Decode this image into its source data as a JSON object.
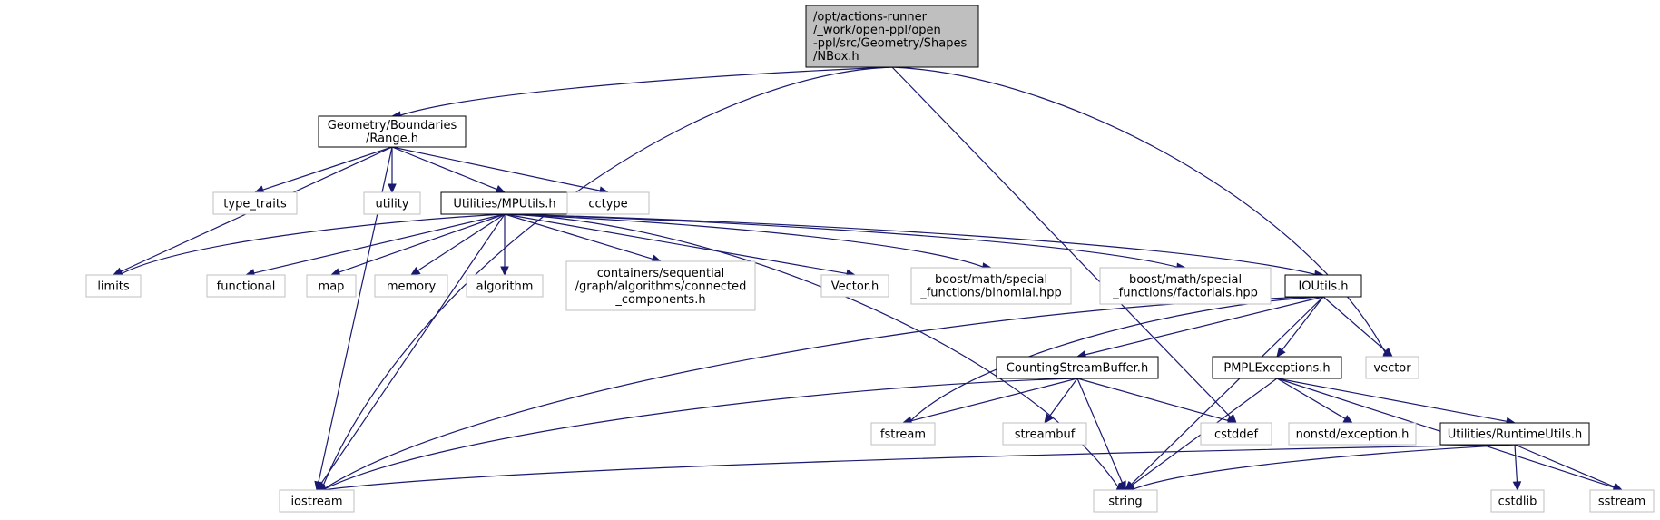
{
  "graph": {
    "title": "",
    "colors": {
      "edge": "#191970",
      "main_fill": "#bfbfbf",
      "doc_border": "#000000",
      "ext_border": "#bfbfbf"
    },
    "nodes": [
      {
        "id": "nbox",
        "kind": "main",
        "lines": [
          "/opt/actions-runner",
          "/_work/open-ppl/open",
          "-ppl/src/Geometry/Shapes",
          "/NBox.h"
        ]
      },
      {
        "id": "range",
        "kind": "doc",
        "lines": [
          "Geometry/Boundaries",
          "/Range.h"
        ]
      },
      {
        "id": "type_traits",
        "kind": "ext",
        "lines": [
          "type_traits"
        ]
      },
      {
        "id": "utility",
        "kind": "ext",
        "lines": [
          "utility"
        ]
      },
      {
        "id": "mputils",
        "kind": "doc",
        "lines": [
          "Utilities/MPUtils.h"
        ]
      },
      {
        "id": "cctype",
        "kind": "ext",
        "lines": [
          "cctype"
        ]
      },
      {
        "id": "limits",
        "kind": "ext",
        "lines": [
          "limits"
        ]
      },
      {
        "id": "functional",
        "kind": "ext",
        "lines": [
          "functional"
        ]
      },
      {
        "id": "map",
        "kind": "ext",
        "lines": [
          "map"
        ]
      },
      {
        "id": "memory",
        "kind": "ext",
        "lines": [
          "memory"
        ]
      },
      {
        "id": "algorithm",
        "kind": "ext",
        "lines": [
          "algorithm"
        ]
      },
      {
        "id": "connected",
        "kind": "ext",
        "lines": [
          "containers/sequential",
          "/graph/algorithms/connected",
          "_components.h"
        ]
      },
      {
        "id": "vectorh",
        "kind": "ext",
        "lines": [
          "Vector.h"
        ]
      },
      {
        "id": "binomial",
        "kind": "ext",
        "lines": [
          "boost/math/special",
          "_functions/binomial.hpp"
        ]
      },
      {
        "id": "factorials",
        "kind": "ext",
        "lines": [
          "boost/math/special",
          "_functions/factorials.hpp"
        ]
      },
      {
        "id": "ioutils",
        "kind": "doc",
        "lines": [
          "IOUtils.h"
        ]
      },
      {
        "id": "vector",
        "kind": "ext",
        "lines": [
          "vector"
        ]
      },
      {
        "id": "csb",
        "kind": "doc",
        "lines": [
          "CountingStreamBuffer.h"
        ]
      },
      {
        "id": "pmplex",
        "kind": "doc",
        "lines": [
          "PMPLExceptions.h"
        ]
      },
      {
        "id": "fstream",
        "kind": "ext",
        "lines": [
          "fstream"
        ]
      },
      {
        "id": "streambuf",
        "kind": "ext",
        "lines": [
          "streambuf"
        ]
      },
      {
        "id": "cstddef",
        "kind": "ext",
        "lines": [
          "cstddef"
        ]
      },
      {
        "id": "nonstd",
        "kind": "ext",
        "lines": [
          "nonstd/exception.h"
        ]
      },
      {
        "id": "runtime",
        "kind": "doc",
        "lines": [
          "Utilities/RuntimeUtils.h"
        ]
      },
      {
        "id": "iostream",
        "kind": "ext",
        "lines": [
          "iostream"
        ]
      },
      {
        "id": "string",
        "kind": "ext",
        "lines": [
          "string"
        ]
      },
      {
        "id": "cstdlib",
        "kind": "ext",
        "lines": [
          "cstdlib"
        ]
      },
      {
        "id": "sstream",
        "kind": "ext",
        "lines": [
          "sstream"
        ]
      }
    ],
    "edges": [
      [
        "nbox",
        "range"
      ],
      [
        "nbox",
        "iostream"
      ],
      [
        "nbox",
        "vector"
      ],
      [
        "nbox",
        "cstddef"
      ],
      [
        "range",
        "type_traits"
      ],
      [
        "range",
        "utility"
      ],
      [
        "range",
        "mputils"
      ],
      [
        "range",
        "cctype"
      ],
      [
        "range",
        "limits"
      ],
      [
        "range",
        "iostream"
      ],
      [
        "mputils",
        "limits"
      ],
      [
        "mputils",
        "functional"
      ],
      [
        "mputils",
        "map"
      ],
      [
        "mputils",
        "memory"
      ],
      [
        "mputils",
        "algorithm"
      ],
      [
        "mputils",
        "connected"
      ],
      [
        "mputils",
        "vectorh"
      ],
      [
        "mputils",
        "binomial"
      ],
      [
        "mputils",
        "factorials"
      ],
      [
        "mputils",
        "ioutils"
      ],
      [
        "mputils",
        "iostream"
      ],
      [
        "mputils",
        "string"
      ],
      [
        "ioutils",
        "vector"
      ],
      [
        "ioutils",
        "csb"
      ],
      [
        "ioutils",
        "pmplex"
      ],
      [
        "ioutils",
        "fstream"
      ],
      [
        "ioutils",
        "iostream"
      ],
      [
        "ioutils",
        "string"
      ],
      [
        "csb",
        "fstream"
      ],
      [
        "csb",
        "streambuf"
      ],
      [
        "csb",
        "cstddef"
      ],
      [
        "csb",
        "iostream"
      ],
      [
        "csb",
        "string"
      ],
      [
        "pmplex",
        "nonstd"
      ],
      [
        "pmplex",
        "runtime"
      ],
      [
        "pmplex",
        "string"
      ],
      [
        "pmplex",
        "sstream"
      ],
      [
        "runtime",
        "iostream"
      ],
      [
        "runtime",
        "string"
      ],
      [
        "runtime",
        "cstdlib"
      ],
      [
        "runtime",
        "sstream"
      ]
    ]
  }
}
